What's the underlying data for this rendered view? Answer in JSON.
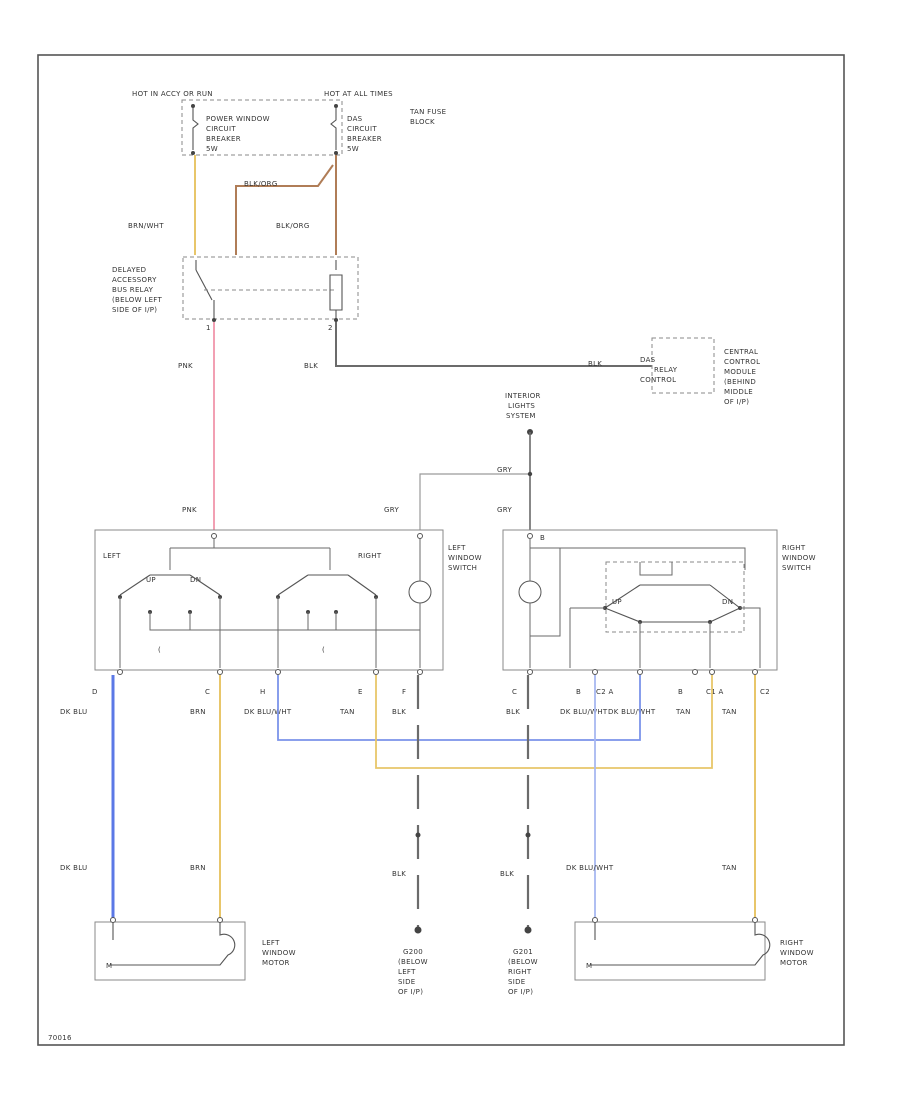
{
  "colors": {
    "pink": "#f2a0b3",
    "black": "#6b6b6b",
    "brown": "#b07d57",
    "dark_blue": "#5b78e6",
    "light_blue": "#a8b8f0",
    "tan": "#e8c66a",
    "frame": "#555555"
  },
  "top": {
    "hot_left": "HOT IN ACCY OR RUN",
    "hot_right": "HOT AT ALL TIMES",
    "fuse_block": [
      "TAN FUSE",
      "BLOCK"
    ],
    "pw_breaker": [
      "POWER WINDOW",
      "CIRCUIT",
      "BREAKER",
      "5W"
    ],
    "das_breaker": [
      "DAS",
      "CIRCUIT",
      "BREAKER",
      "5W"
    ],
    "wire_blk_org_upper": "BLK/ORG",
    "wire_brn_wht": "BRN/WHT",
    "wire_blk_org": "BLK/ORG"
  },
  "relay": {
    "label": [
      "DELAYED",
      "ACCESSORY",
      "BUS RELAY",
      "(BELOW LEFT",
      "SIDE OF I/P)"
    ],
    "pin_left": "1",
    "pin_right": "2",
    "wire_pnk": "PNK",
    "wire_blk": "BLK"
  },
  "central_module": {
    "wire_blk": "BLK",
    "inner": [
      "DAS",
      "RELAY",
      "CONTROL"
    ],
    "label": [
      "CENTRAL",
      "CONTROL",
      "MODULE",
      "(BEHIND",
      "MIDDLE",
      "OF I/P)"
    ]
  },
  "interior_lights": {
    "label": [
      "INTERIOR",
      "LIGHTS",
      "SYSTEM"
    ],
    "wire_gry": "GRY"
  },
  "left_switch": {
    "wire_pnk": "PNK",
    "wire_gry": "GRY",
    "left": "LEFT",
    "right": "RIGHT",
    "up": "UP",
    "down": "DN",
    "label": [
      "LEFT",
      "WINDOW",
      "SWITCH"
    ],
    "pins": [
      "D",
      "C",
      "H",
      "E",
      "F"
    ],
    "wires": [
      "DK BLU",
      "BRN",
      "DK BLU/WHT",
      "TAN",
      "BLK"
    ]
  },
  "right_switch": {
    "wire_gry": "GRY",
    "pin_top": "B",
    "up": "UP",
    "down": "DN",
    "label": [
      "RIGHT",
      "WINDOW",
      "SWITCH"
    ],
    "pins": [
      "C",
      "B",
      "C2 A",
      "B",
      "C1 A",
      "C2"
    ],
    "wires": [
      "BLK",
      "DK BLU/WHT",
      "DK BLU/WHT",
      "TAN",
      "TAN"
    ]
  },
  "lower": {
    "left_dkblu": "DK BLU",
    "left_brn": "BRN",
    "blk_left": "BLK",
    "blk_right": "BLK",
    "right_dkblu": "DK BLU/WHT",
    "right_tan": "TAN"
  },
  "left_motor": {
    "label": [
      "LEFT",
      "WINDOW",
      "MOTOR"
    ],
    "sym": "M"
  },
  "right_motor": {
    "label": [
      "RIGHT",
      "WINDOW",
      "MOTOR"
    ],
    "sym": "M"
  },
  "grounds": {
    "left": [
      "G200",
      "(BELOW",
      "LEFT",
      "SIDE",
      "OF I/P)"
    ],
    "right": [
      "G201",
      "(BELOW",
      "RIGHT",
      "SIDE",
      "OF I/P)"
    ]
  },
  "footer": "70016"
}
